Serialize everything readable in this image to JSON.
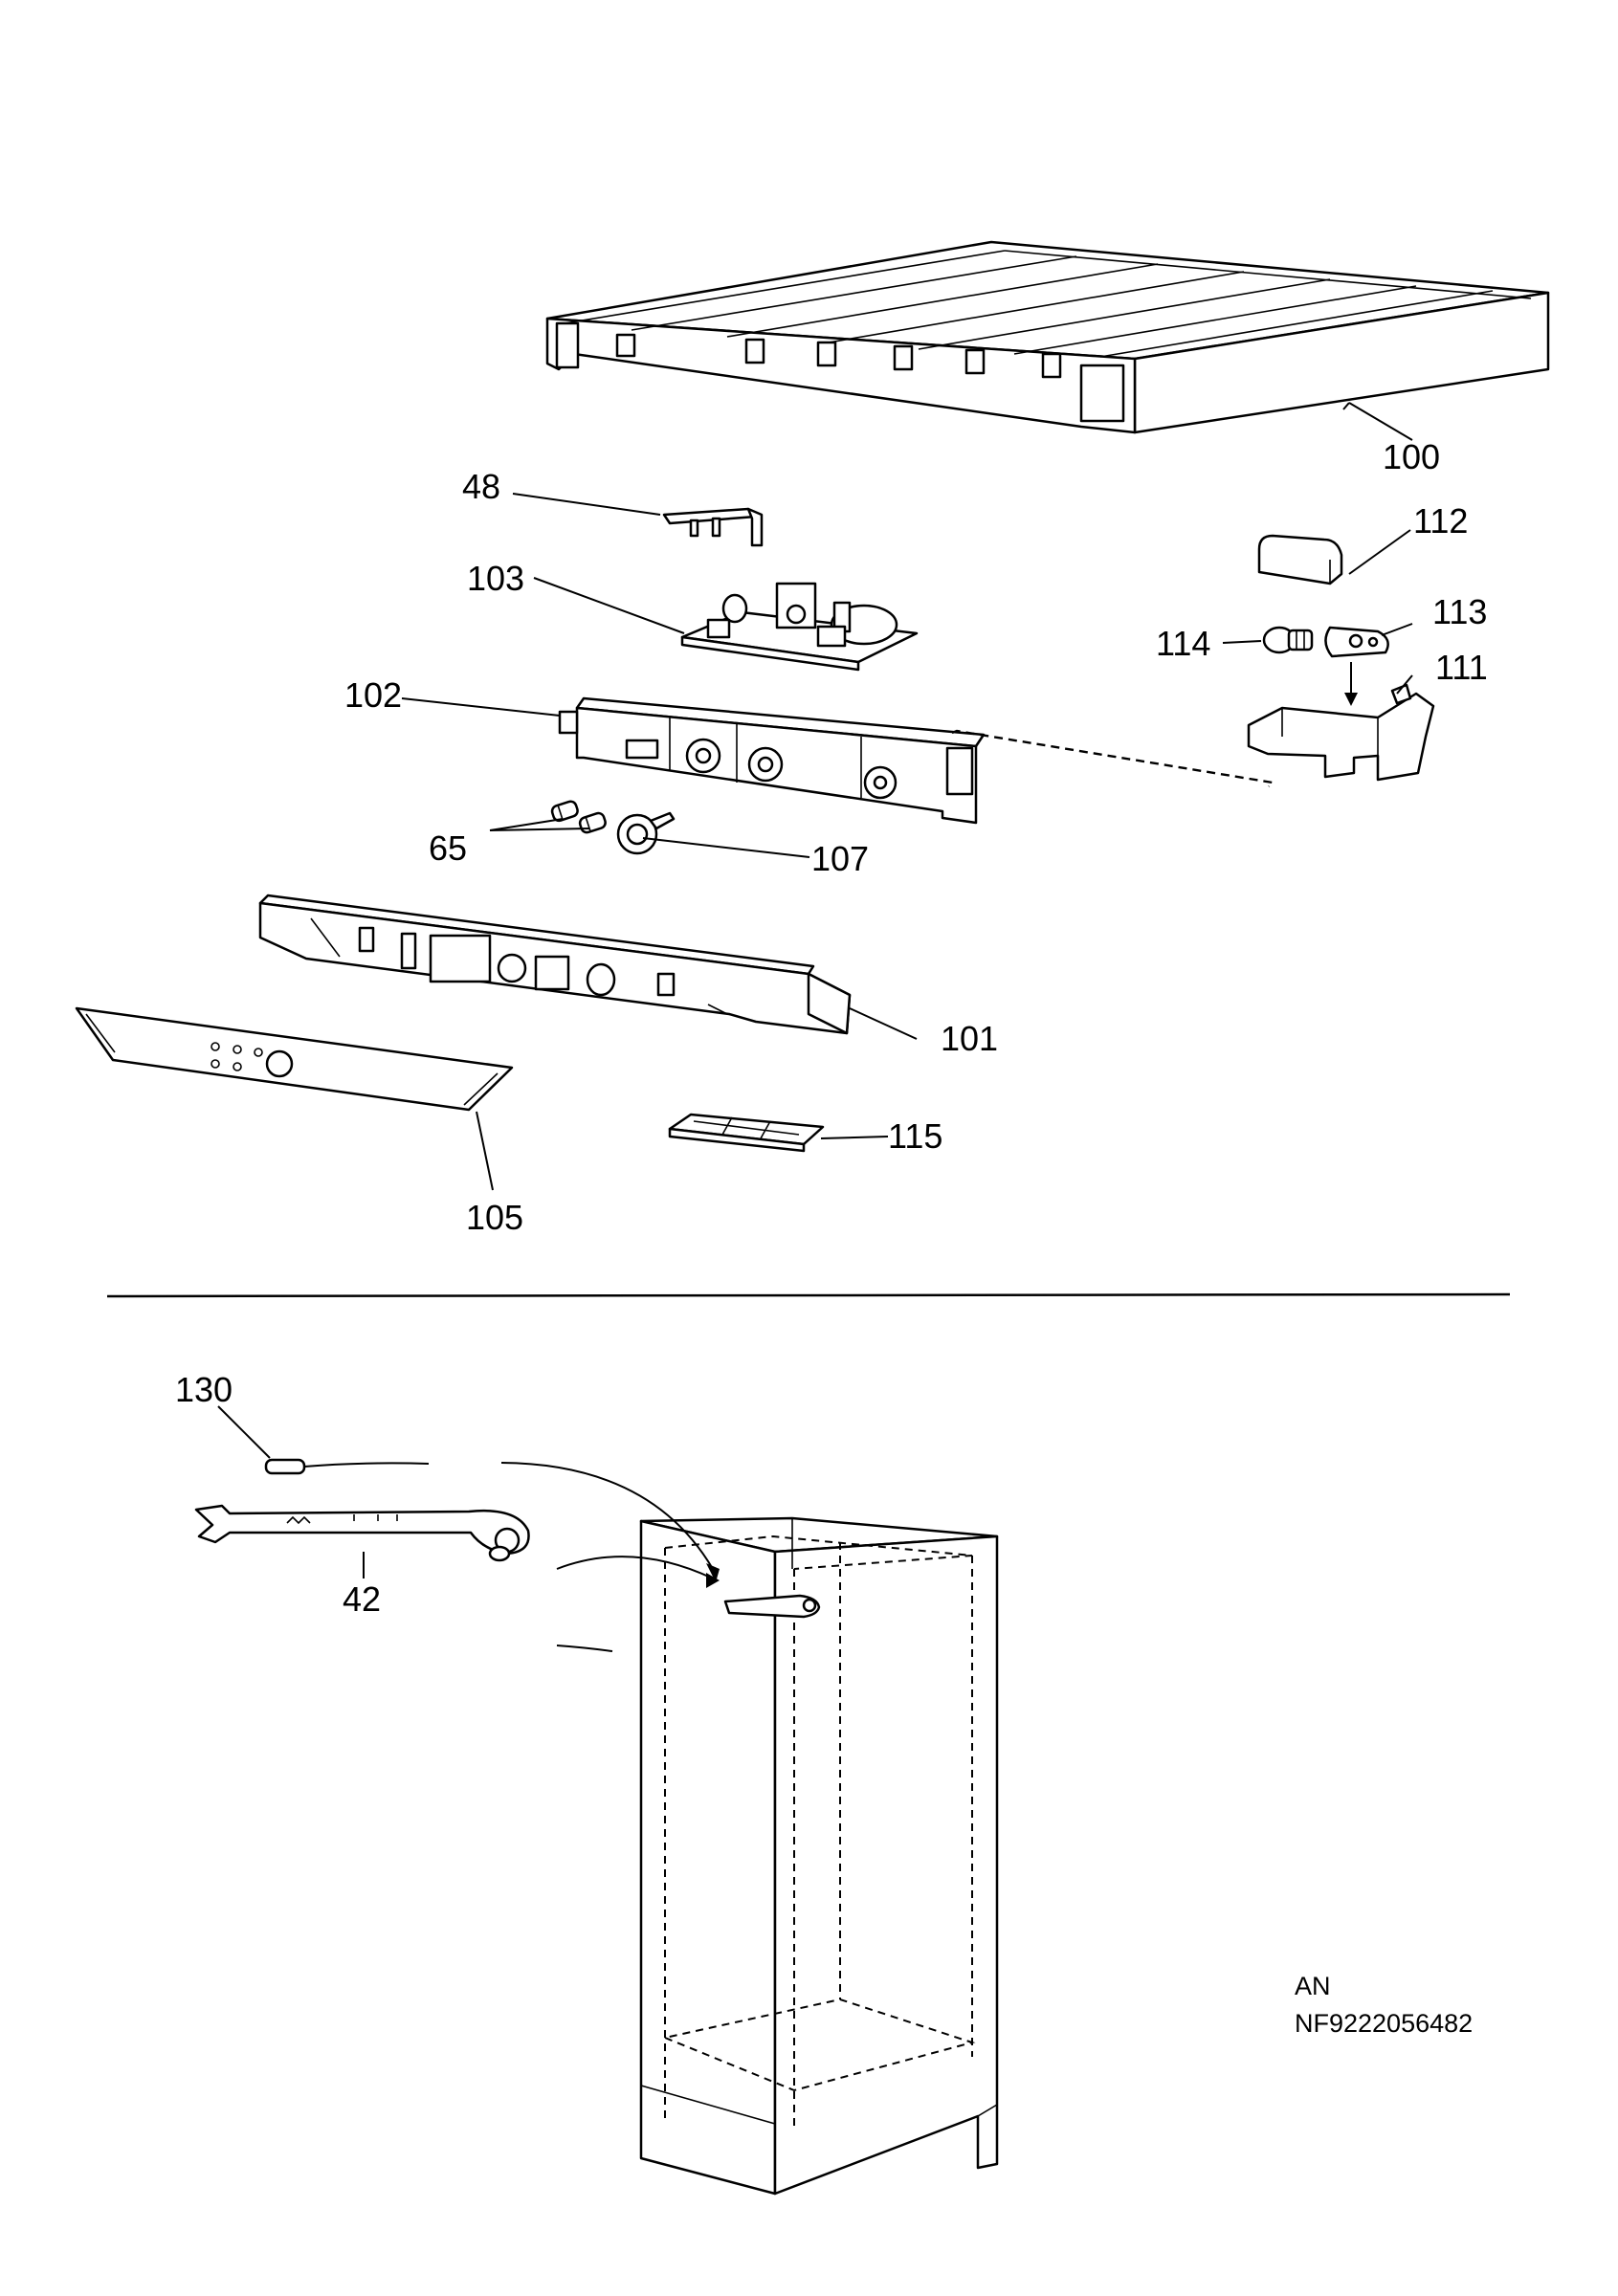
{
  "callouts": {
    "p100": "100",
    "p48": "48",
    "p103": "103",
    "p102": "102",
    "p65": "65",
    "p107": "107",
    "p101": "101",
    "p105": "105",
    "p115": "115",
    "p112": "112",
    "p113": "113",
    "p114": "114",
    "p111": "111",
    "p130": "130",
    "p42": "42"
  },
  "footer": {
    "code_line_1": "AN",
    "code_line_2": "NF9222056482"
  }
}
